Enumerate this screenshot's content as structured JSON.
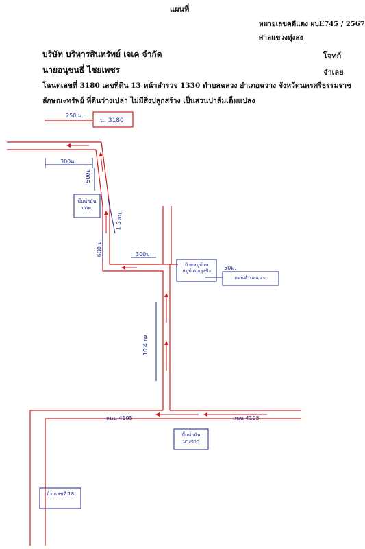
{
  "header": {
    "title": "แผนที่",
    "case_red": "หมายเลขคดีแดง ผบE745  / 2567",
    "court": "ศาลแขวงทุ่งสง",
    "plaintiff": "บริษัท บริหารสินทรัพย์ เจเค จำกัด",
    "plaintiff_role": "โจทก์",
    "defendant": "นายอนุชนธี่ ไชยเพชร",
    "defendant_role": "จำเลย",
    "deed": "โฉนดเลขที่ 3180  เลขที่ดิน 13  หน้าสำรวจ 1330  ตำบลฉลวง  อำเภอฉวาง  จังหวัดนครศรีธรรมราช",
    "property": "ลักษณะทรัพย์  ที่ดินว่างเปล่า ไม่มีสิ่งปลูกสร้าง เป็นสวนปาล์มเต็มแปลง"
  },
  "map": {
    "plot_label": "น. 3180",
    "dist_250": "250 ม.",
    "dist_300_top": "300ม",
    "dist_500": "500ม",
    "dist_300_mid": "300ม",
    "dist_600": "600 ม.",
    "dist_1_5km": "1.5 กม.",
    "dist_50": "50ม.",
    "dist_10_4km": "10.4 กม.",
    "house_label": "บ้านเลขที่ 18",
    "village_label": "ป้ายหมู่บ้าน หมู่บ้านกรุงชิง",
    "road_left": "ถนน 4195",
    "road_right": "ถนน 4195",
    "shop_label": "กศนตำบลฉวาง",
    "bottom_box": "ปั๊มน้ำมัน บางจาก",
    "gas_station": "ปั๊มน้ำมัน ปตท.",
    "colors": {
      "road": "#cc1f1f",
      "ink": "#1a2a8a"
    }
  }
}
